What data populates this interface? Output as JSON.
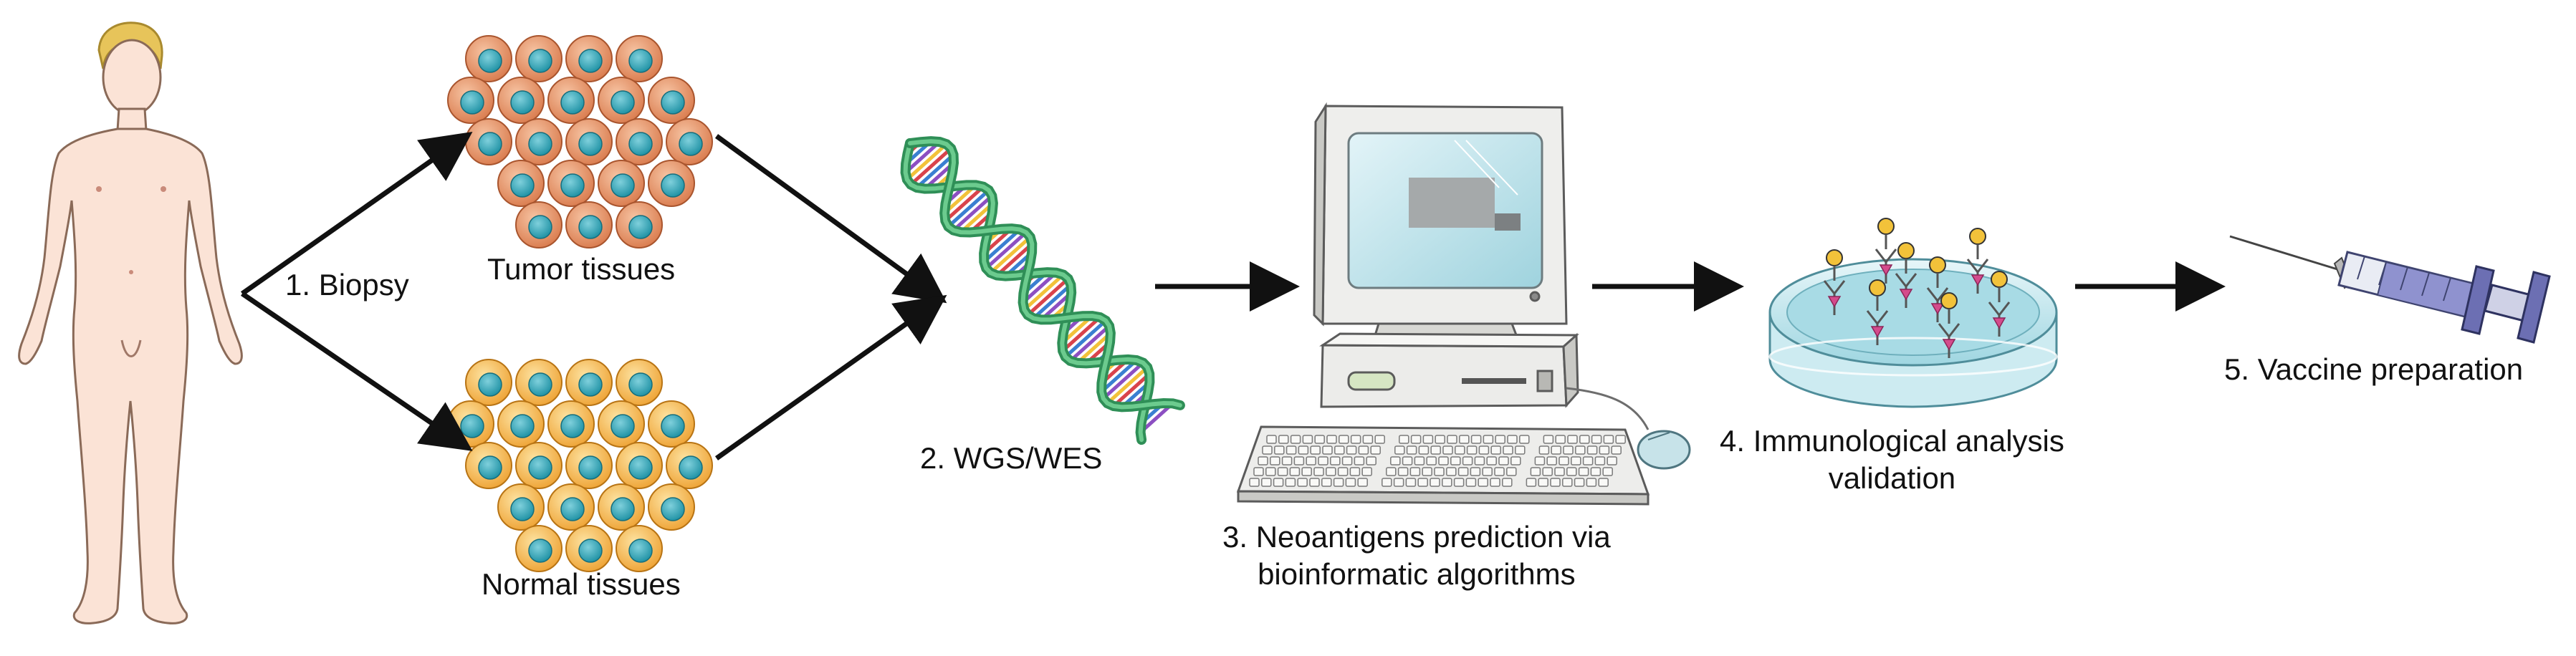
{
  "steps": {
    "biopsy": "1. Biopsy",
    "sequencing": "2. WGS/WES",
    "prediction_line1": "3. Neoantigens prediction via",
    "prediction_line2": "bioinformatic algorithms",
    "validation_line1": "4. Immunological analysis",
    "validation_line2": "validation",
    "vaccine": "5. Vaccine preparation"
  },
  "samples": {
    "tumor": "Tumor tissues",
    "normal": "Normal tissues"
  },
  "colors": {
    "skin": "#fbe3d6",
    "tumor_cell": "#e8956b",
    "normal_cell": "#f4b347",
    "nucleus": "#2aa3b5",
    "dna_green": "#3fae6a",
    "screen": "#bfe4ec",
    "dish": "#bde6ee",
    "antibody_pink": "#d44b8c",
    "syringe_blue": "#7d7fc4",
    "arrow": "#111111"
  }
}
